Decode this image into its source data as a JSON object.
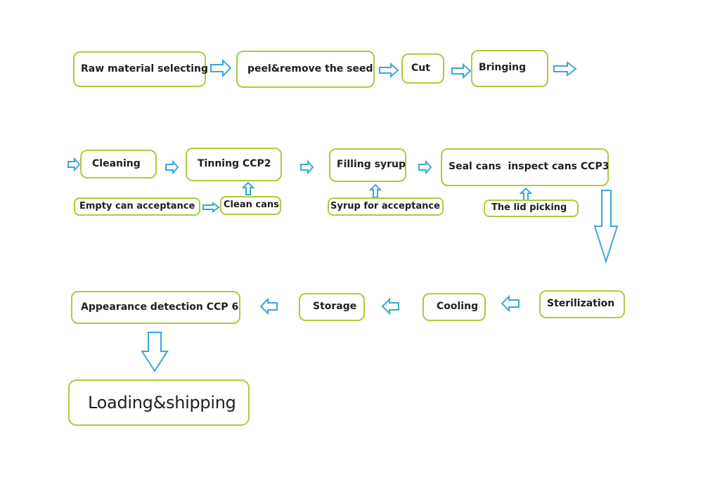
{
  "steps": {
    "raw_material_selecting": "Raw material selecting",
    "peel_remove_seed": "peel&remove the seed",
    "cut": "Cut",
    "bringing": "Bringing",
    "cleaning": "Cleaning",
    "tinning": "Tinning CCP2",
    "filling_syrup": "Filling syrup",
    "seal_inspect": "Seal cans  inspect cans CCP3",
    "empty_can_acceptance": "Empty can acceptance",
    "clean_cans": "Clean cans",
    "syrup_acceptance": "Syrup for acceptance",
    "lid_picking": "The lid picking",
    "sterilization": "Sterilization",
    "cooling": "Cooling",
    "storage": "Storage",
    "appearance_detection": "Appearance detection CCP 6",
    "loading_shipping": "Loading&shipping"
  },
  "colors": {
    "node_border": "#a9cd3c",
    "arrow_stroke": "#3aa6d8",
    "text": "#1f1f1f",
    "background": "#ffffff"
  }
}
